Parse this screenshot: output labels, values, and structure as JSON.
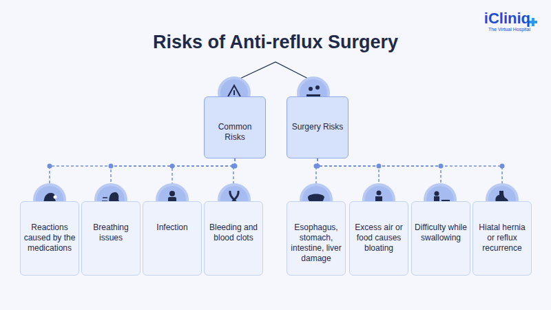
{
  "diagram": {
    "title": "Risks of Anti-reflux Surgery",
    "nodes": [
      {
        "text": [
          "Common Risks"
        ]
      },
      {
        "text": [
          "Surgery Risks"
        ]
      },
      {
        "text": [
          "Reactions caused by the medications"
        ]
      },
      {
        "text": [
          "Breathing issues"
        ]
      },
      {
        "text": [
          "Infection"
        ]
      },
      {
        "text": [
          "Bleeding and blood clots"
        ]
      },
      {
        "text": [
          "Esophagus, stomach, intestine, liver damage"
        ]
      },
      {
        "text": [
          "Excess air or food causes bloating"
        ]
      },
      {
        "text": [
          "Difficulty while swallowing"
        ]
      },
      {
        "text": [
          "Hiatal hernia or reflux recurrence"
        ]
      }
    ],
    "edges": [
      {
        "from": 0,
        "to": 2,
        "arrow": "none"
      },
      {
        "from": 0,
        "to": 3,
        "arrow": "none"
      },
      {
        "from": 0,
        "to": 4,
        "arrow": "none"
      },
      {
        "from": 0,
        "to": 5,
        "arrow": "none"
      },
      {
        "from": 1,
        "to": 6,
        "arrow": "none"
      },
      {
        "from": 1,
        "to": 7,
        "arrow": "none"
      },
      {
        "from": 1,
        "to": 8,
        "arrow": "none"
      },
      {
        "from": 1,
        "to": 9,
        "arrow": "none"
      }
    ],
    "labels": [
      "iCliniq",
      "The Virtual Hospital"
    ]
  }
}
